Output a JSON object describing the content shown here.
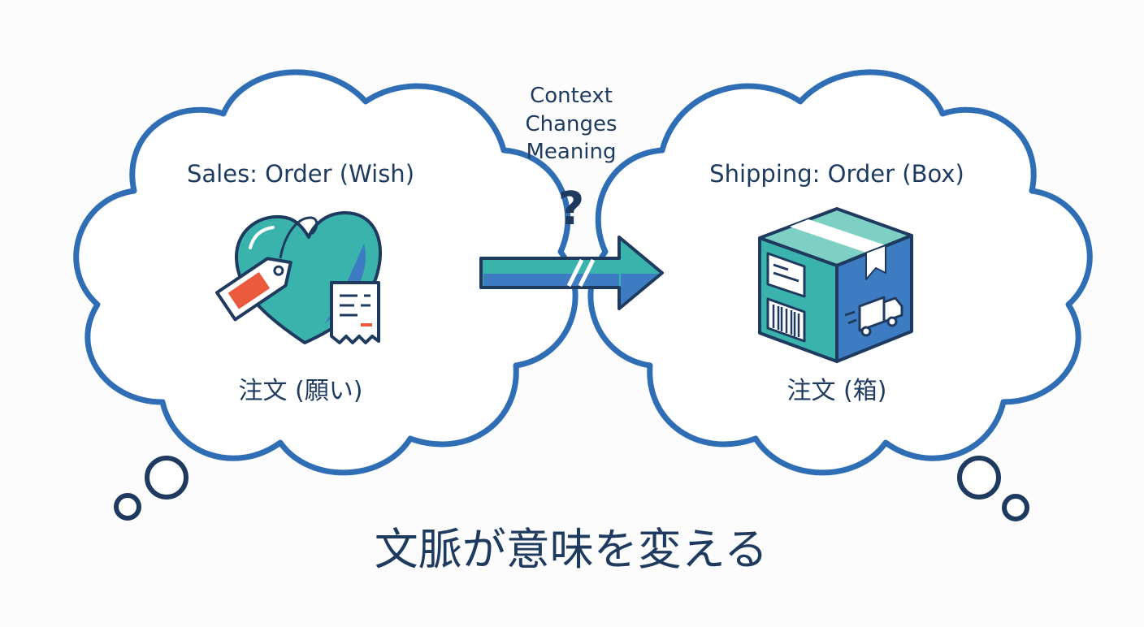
{
  "colors": {
    "navy": "#1f3a5f",
    "cloud_blue": "#2f6db5",
    "teal": "#3bb3ad",
    "steel_blue": "#3d7cc2",
    "tag_red": "#ec5a3e",
    "background": "#fbfcfb"
  },
  "left_cloud": {
    "title": "Sales: Order (Wish)",
    "caption": "注文 (願い)",
    "icons": [
      "heart-icon",
      "price-tag-icon",
      "receipt-icon"
    ]
  },
  "middle": {
    "label_lines": [
      "Context",
      "Changes",
      "Meaning"
    ],
    "question_mark": "?",
    "icons": [
      "arrow-icon"
    ]
  },
  "right_cloud": {
    "title": "Shipping: Order (Box)",
    "caption": "注文 (箱)",
    "icons": [
      "package-box-icon",
      "barcode-icon",
      "delivery-truck-icon"
    ]
  },
  "footer": {
    "title": "文脈が意味を変える"
  }
}
